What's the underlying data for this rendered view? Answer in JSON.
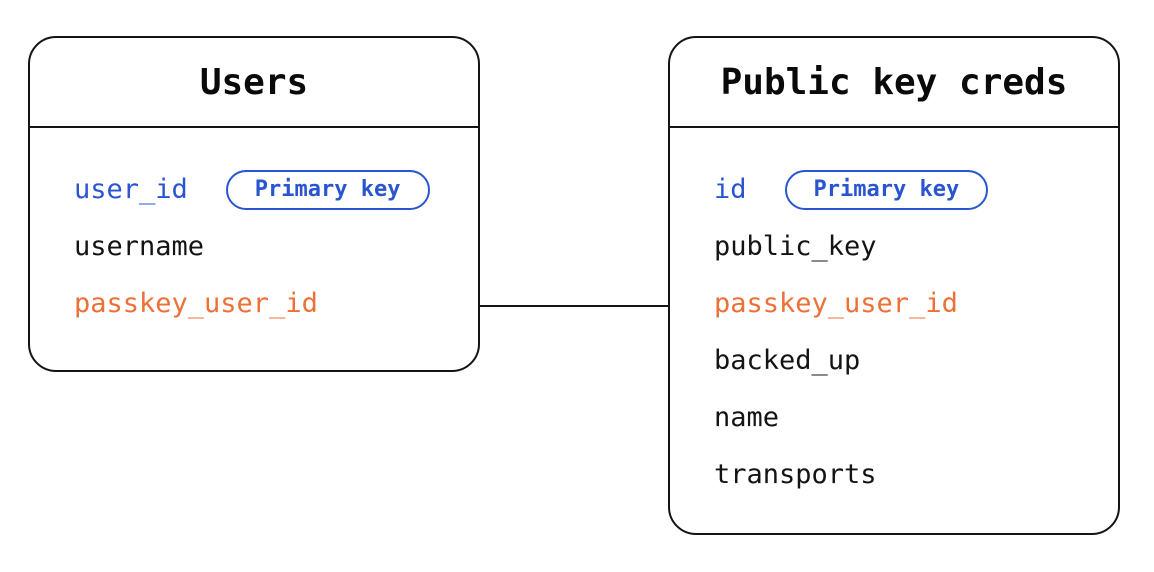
{
  "diagram": {
    "background": "#ffffff",
    "stroke_color": "#141414",
    "colors": {
      "primary_key": "#2a55d0",
      "foreign_key": "#ed7036",
      "field_text": "#141414",
      "title_text": "#0a0a0a"
    },
    "tables": [
      {
        "title": "Users",
        "fields": [
          {
            "name": "user_id",
            "role": "primary",
            "badge": "Primary key"
          },
          {
            "name": "username",
            "role": "normal",
            "badge": ""
          },
          {
            "name": "passkey_user_id",
            "role": "foreign",
            "badge": ""
          }
        ]
      },
      {
        "title": "Public key creds",
        "fields": [
          {
            "name": "id",
            "role": "primary",
            "badge": "Primary key"
          },
          {
            "name": "public_key",
            "role": "normal",
            "badge": ""
          },
          {
            "name": "passkey_user_id",
            "role": "foreign",
            "badge": ""
          },
          {
            "name": "backed_up",
            "role": "normal",
            "badge": ""
          },
          {
            "name": "name",
            "role": "normal",
            "badge": ""
          },
          {
            "name": "transports",
            "role": "normal",
            "badge": ""
          }
        ]
      }
    ],
    "relationship": {
      "from_table": "Users",
      "from_field": "passkey_user_id",
      "to_table": "Public key creds",
      "to_field": "passkey_user_id"
    }
  }
}
